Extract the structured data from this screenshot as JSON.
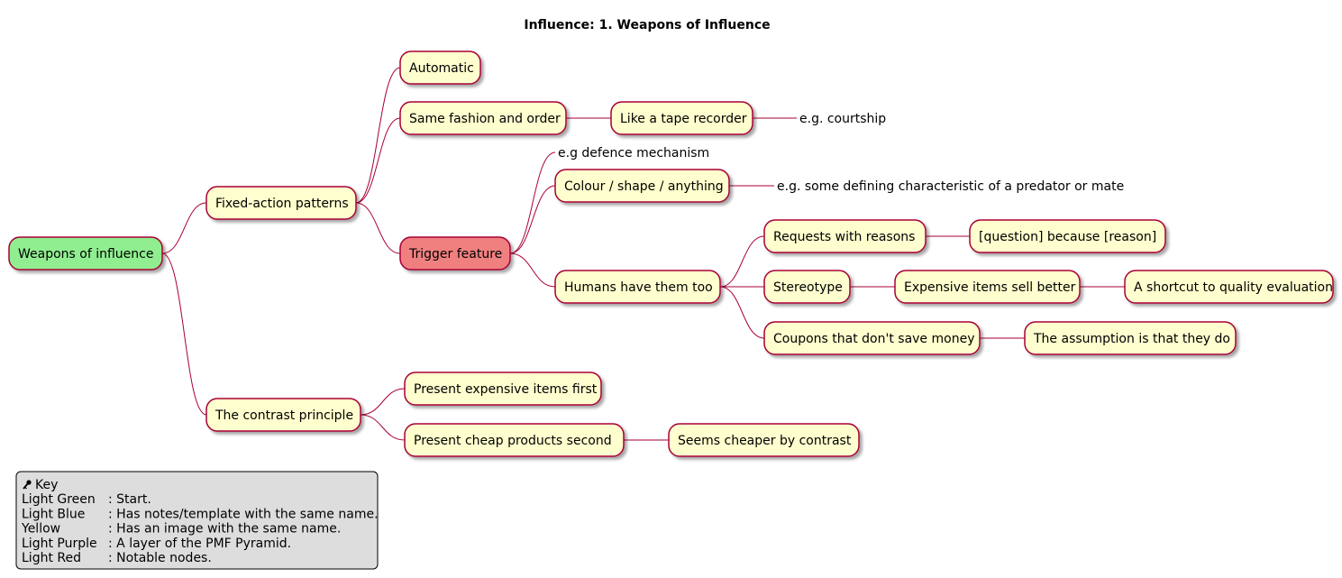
{
  "title": "Influence: 1. Weapons of Influence",
  "nodes": {
    "root": {
      "label": "Weapons of influence",
      "color": "#90ee90"
    },
    "fixed_action": {
      "label": "Fixed-action patterns",
      "color": "#fefece"
    },
    "automatic": {
      "label": "Automatic",
      "color": "#fefece"
    },
    "same_fashion": {
      "label": "Same fashion and order",
      "color": "#fefece"
    },
    "tape_recorder": {
      "label": "Like a tape recorder",
      "color": "#fefece"
    },
    "courtship": {
      "label": "e.g. courtship"
    },
    "trigger": {
      "label": "Trigger feature",
      "color": "#f08080"
    },
    "defence": {
      "label": "e.g defence mechanism"
    },
    "colour_shape": {
      "label": "Colour / shape / anything",
      "color": "#fefece"
    },
    "defining": {
      "label": "e.g. some defining characteristic of a predator or mate"
    },
    "humans": {
      "label": "Humans have them too",
      "color": "#fefece"
    },
    "requests": {
      "label": "Requests with reasons",
      "color": "#fefece"
    },
    "question_because": {
      "label": "[question] because [reason]",
      "color": "#fefece"
    },
    "stereotype": {
      "label": "Stereotype",
      "color": "#fefece"
    },
    "expensive_sell": {
      "label": "Expensive items sell better",
      "color": "#fefece"
    },
    "shortcut": {
      "label": "A shortcut to quality evaluation",
      "color": "#fefece"
    },
    "coupons": {
      "label": "Coupons that don't save money",
      "color": "#fefece"
    },
    "assumption": {
      "label": "The assumption is that they do",
      "color": "#fefece"
    },
    "contrast": {
      "label": "The contrast principle",
      "color": "#fefece"
    },
    "present_expensive": {
      "label": "Present expensive items first",
      "color": "#fefece"
    },
    "present_cheap": {
      "label": "Present cheap products second",
      "color": "#fefece"
    },
    "seems_cheaper": {
      "label": "Seems cheaper by contrast",
      "color": "#fefece"
    }
  },
  "legend": {
    "header": "Key",
    "header_icon": "key-icon",
    "background": "#dddddd",
    "rows": [
      {
        "name": "Light Green",
        "desc": ": Start."
      },
      {
        "name": "Light Blue",
        "desc": ": Has notes/template with the same name."
      },
      {
        "name": "Yellow",
        "desc": ": Has an image with the same name."
      },
      {
        "name": "Light Purple",
        "desc": ": A layer of the PMF Pyramid."
      },
      {
        "name": "Light Red",
        "desc": ": Notable nodes."
      }
    ]
  },
  "colors": {
    "line": "#a80036",
    "node_default": "#fefece",
    "shadow": "#c8c8c8"
  }
}
